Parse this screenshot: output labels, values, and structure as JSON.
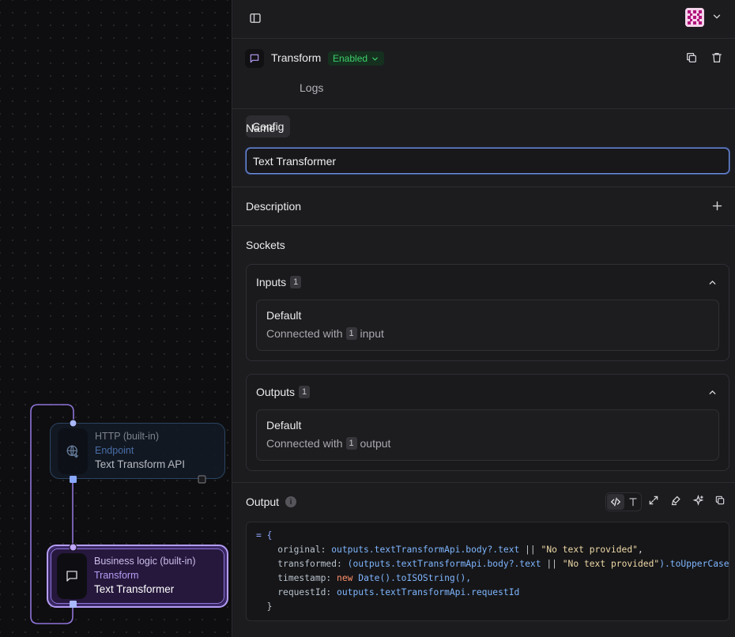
{
  "canvas": {
    "nodes": [
      {
        "category": "HTTP (built-in)",
        "type": "Endpoint",
        "name": "Text Transform API"
      },
      {
        "category": "Business logic (built-in)",
        "type": "Transform",
        "name": "Text Transformer"
      }
    ]
  },
  "header": {
    "title": "Transform",
    "status": "Enabled",
    "tabs": [
      "Config",
      "Logs"
    ],
    "active_tab": "Config"
  },
  "name_section": {
    "label": "Name",
    "value": "Text Transformer"
  },
  "description_section": {
    "label": "Description"
  },
  "sockets": {
    "label": "Sockets",
    "inputs": {
      "label": "Inputs",
      "count": "1",
      "item_title": "Default",
      "prefix": "Connected with",
      "num": "1",
      "suffix": "input"
    },
    "outputs": {
      "label": "Outputs",
      "count": "1",
      "item_title": "Default",
      "prefix": "Connected with",
      "num": "1",
      "suffix": "output"
    }
  },
  "output": {
    "label": "Output",
    "info": "i",
    "code": {
      "open": "= {",
      "l1_key": "original:",
      "l1_ref": "outputs.textTransformApi.body?.text",
      "l1_op": "||",
      "l1_str": "\"No text provided\"",
      "l2_key": "transformed:",
      "l2_ref": "(outputs.textTransformApi.body?.text",
      "l2_op": "||",
      "l2_str": "\"No text provided\"",
      "l2_tail": ").toUpperCase(),",
      "l3_key": "timestamp:",
      "l3_kw": "new",
      "l3_ref": "Date().toISOString(),",
      "l4_key": "requestId:",
      "l4_ref": "outputs.textTransformApi.requestId",
      "close": "}"
    }
  },
  "colors": {
    "accent_purple": "#b59cf4",
    "enabled_green": "#3ecf6b",
    "focus_blue": "#6f8fe0",
    "endpoint_blue": "#4f78b8"
  }
}
